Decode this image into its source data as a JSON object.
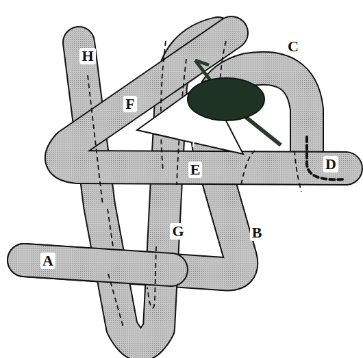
{
  "diagram": {
    "labels": [
      "H",
      "F",
      "C",
      "E",
      "D",
      "G",
      "B",
      "A"
    ]
  }
}
